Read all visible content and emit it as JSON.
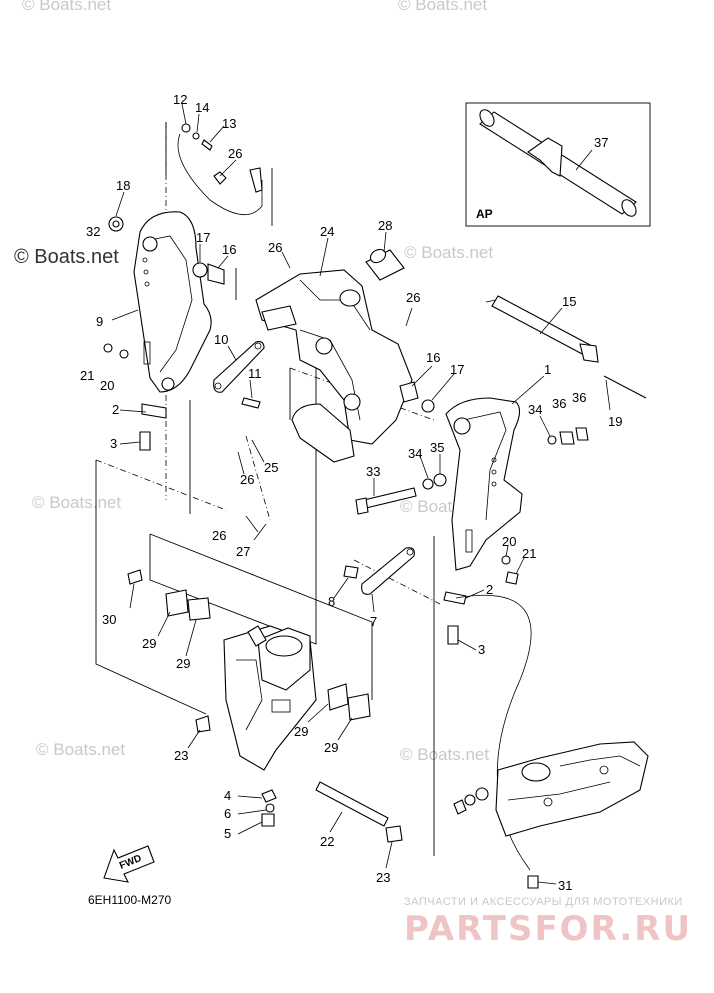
{
  "watermarks": {
    "top_left": "© Boats.net",
    "top_right": "© Boats.net",
    "left_bold": "© Boats.net",
    "mid_right": "© Boats.net",
    "mid_left": "© Boats.net",
    "lower_left": "© Boats.net",
    "lower_right": "© Boats.net"
  },
  "diagram_code": "6EH1100-M270",
  "inset": {
    "tag": "AP",
    "part_label": "37"
  },
  "fwd_label": "FWD",
  "brand": {
    "subtitle": "ЗАПЧАСТИ И АКСЕССУАРЫ ДЛЯ МОТОТЕХНИКИ",
    "name": "PARTSFOR.RU"
  },
  "callouts": {
    "c12": "12",
    "c14": "14",
    "c13": "13",
    "c26a": "26",
    "c18": "18",
    "c32": "32",
    "c17a": "17",
    "c16a": "16",
    "c26b": "26",
    "c24": "24",
    "c28": "28",
    "c9": "9",
    "c10": "10",
    "c11": "11",
    "c21a": "21",
    "c20a": "20",
    "c2a": "2",
    "c3a": "3",
    "c25": "25",
    "c26c": "26",
    "c26d": "26",
    "c27": "27",
    "c26e": "26",
    "c15": "15",
    "c16b": "16",
    "c17b": "17",
    "c1": "1",
    "c34a": "34",
    "c36a": "36",
    "c36b": "36",
    "c19": "19",
    "c34b": "34",
    "c35": "35",
    "c33": "33",
    "c30": "30",
    "c29a": "29",
    "c29b": "29",
    "c8": "8",
    "c7": "7",
    "c20b": "20",
    "c21b": "21",
    "c2b": "2",
    "c3b": "3",
    "c29c": "29",
    "c29d": "29",
    "c23a": "23",
    "c4": "4",
    "c6": "6",
    "c5": "5",
    "c22": "22",
    "c23b": "23",
    "c31": "31"
  }
}
